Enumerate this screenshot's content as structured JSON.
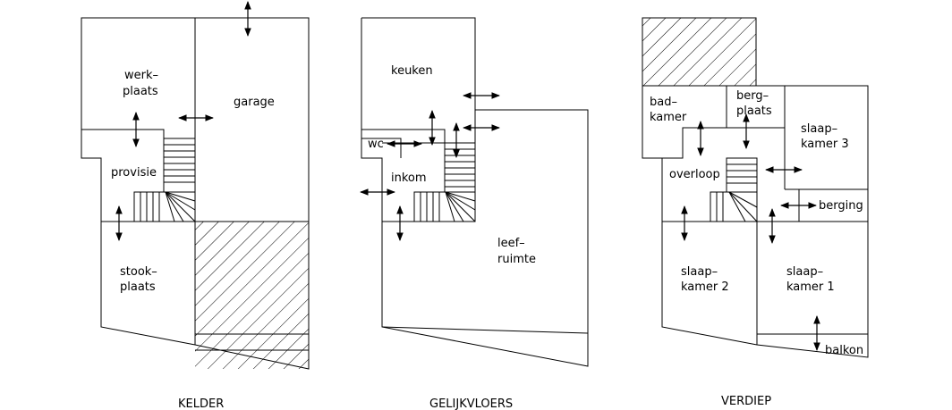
{
  "floors": {
    "kelder": {
      "title": "KELDER",
      "rooms": {
        "werkplaats": [
          "werk–",
          "plaats"
        ],
        "garage": [
          "garage"
        ],
        "provisie": [
          "provisie"
        ],
        "stookplaats": [
          "stook–",
          "plaats"
        ]
      }
    },
    "gelijkvloers": {
      "title": "GELIJKVLOERS",
      "rooms": {
        "keuken": [
          "keuken"
        ],
        "wc": [
          "wc"
        ],
        "inkom": [
          "inkom"
        ],
        "leefruimte": [
          "leef–",
          "ruimte"
        ]
      }
    },
    "verdiep": {
      "title": "VERDIEP",
      "rooms": {
        "badkamer": [
          "bad–",
          "kamer"
        ],
        "bergplaats": [
          "berg–",
          "plaats"
        ],
        "slaapkamer3": [
          "slaap–",
          "kamer  3"
        ],
        "overloop": [
          "overloop"
        ],
        "berging": [
          "berging"
        ],
        "slaapkamer2": [
          "slaap–",
          "kamer  2"
        ],
        "slaapkamer1": [
          "slaap–",
          "kamer  1"
        ],
        "balkon": [
          "balkon"
        ]
      }
    }
  }
}
